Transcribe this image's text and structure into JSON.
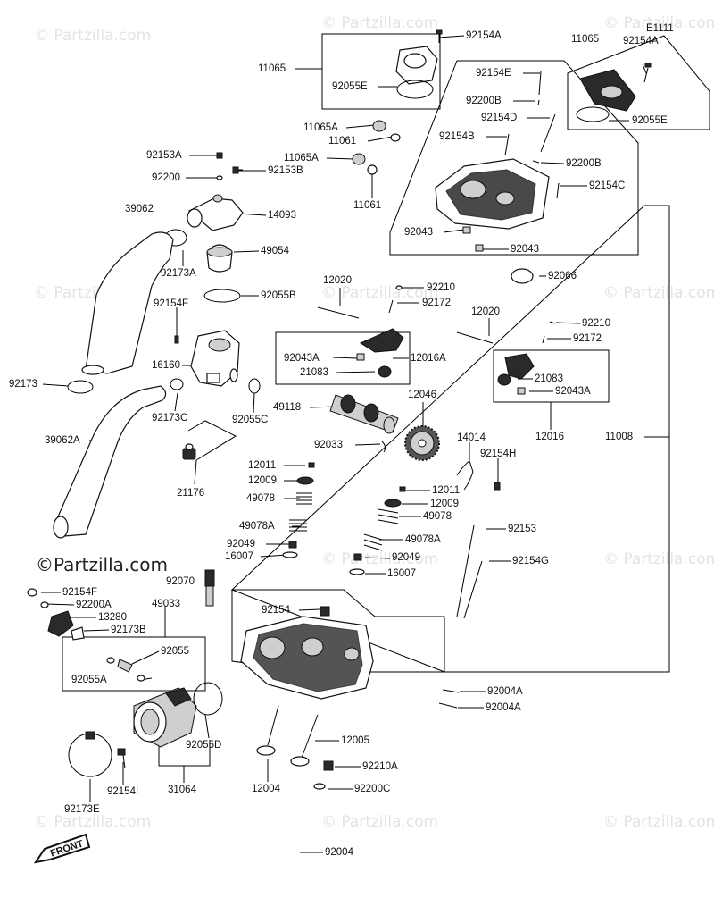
{
  "watermark": "© Partzilla.com",
  "brand": "©Partzilla.com",
  "front_tag": "FRONT",
  "ref_code": "E1111",
  "labels": {
    "l11065a": "11065",
    "l92154a_top": "92154A",
    "l92055e_top": "92055E",
    "l11065b": "11065",
    "l92154a_r": "92154A",
    "l92055e_r": "92055E",
    "l92154e": "92154E",
    "l92200b_1": "92200B",
    "l92154d": "92154D",
    "l92154b": "92154B",
    "l92200b_2": "92200B",
    "l92154c": "92154C",
    "l92043_1": "92043",
    "l92043_2": "92043",
    "l11065a_1": "11065A",
    "l11061_1": "11061",
    "l11065a_2": "11065A",
    "l11061_2": "11061",
    "l92153a": "92153A",
    "l92200": "92200",
    "l92153b": "92153B",
    "l39062": "39062",
    "l14093": "14093",
    "l49054": "49054",
    "l92173a": "92173A",
    "l92055b": "92055B",
    "l92154f_1": "92154F",
    "l16160": "16160",
    "l92173": "92173",
    "l92173c": "92173C",
    "l92055c": "92055C",
    "l39062a": "39062A",
    "l21176": "21176",
    "l92066": "92066",
    "l12020_1": "12020",
    "l92210_1": "92210",
    "l92172_1": "92172",
    "l92043a_1": "92043A",
    "l21083_1": "21083",
    "l12016a": "12016A",
    "l12020_2": "12020",
    "l92210_2": "92210",
    "l92172_2": "92172",
    "l21083_2": "21083",
    "l92043a_2": "92043A",
    "l12016": "12016",
    "l11008": "11008",
    "l49118": "49118",
    "l12046": "12046",
    "l92033": "92033",
    "l14014": "14014",
    "l92154h": "92154H",
    "l12011_1": "12011",
    "l12009_1": "12009",
    "l49078_1": "49078",
    "l49078a_1": "49078A",
    "l92049_1": "92049",
    "l16007_1": "16007",
    "l12011_2": "12011",
    "l12009_2": "12009",
    "l49078_2": "49078",
    "l49078a_2": "49078A",
    "l92049_2": "92049",
    "l16007_2": "16007",
    "l92153": "92153",
    "l92154g": "92154G",
    "l92070": "92070",
    "l49033": "49033",
    "l92154f_2": "92154F",
    "l92200a": "92200A",
    "l13280": "13280",
    "l92173b": "92173B",
    "l92055": "92055",
    "l92055a": "92055A",
    "l92055d": "92055D",
    "l92154": "92154",
    "l92004a_1": "92004A",
    "l92004a_2": "92004A",
    "l12005": "12005",
    "l92210a": "92210A",
    "l12004": "12004",
    "l92200c": "92200C",
    "l92004": "92004",
    "l31064": "31064",
    "l92154i": "92154I",
    "l92173e": "92173E"
  }
}
